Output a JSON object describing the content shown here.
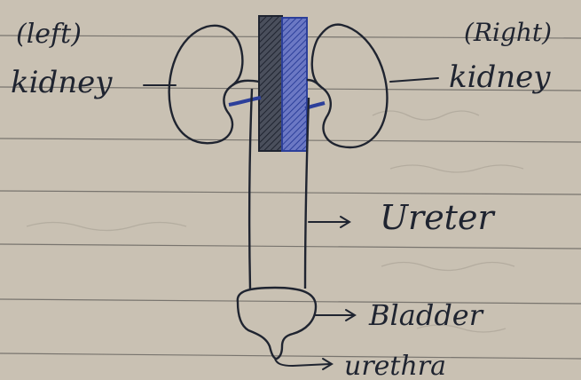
{
  "labels": {
    "left_side": "(left)",
    "left_kidney": "kidney",
    "right_side": "(Right)",
    "right_kidney": "kidney",
    "ureter": "Ureter",
    "bladder": "Bladder",
    "urethra": "urethra"
  },
  "colors": {
    "paper": "#c9c1b3",
    "ruled_line": "#5d5b57",
    "ink_black": "#1f2430",
    "ink_blue": "#2c3f9a",
    "vessel_fill": "#6b78c4"
  }
}
